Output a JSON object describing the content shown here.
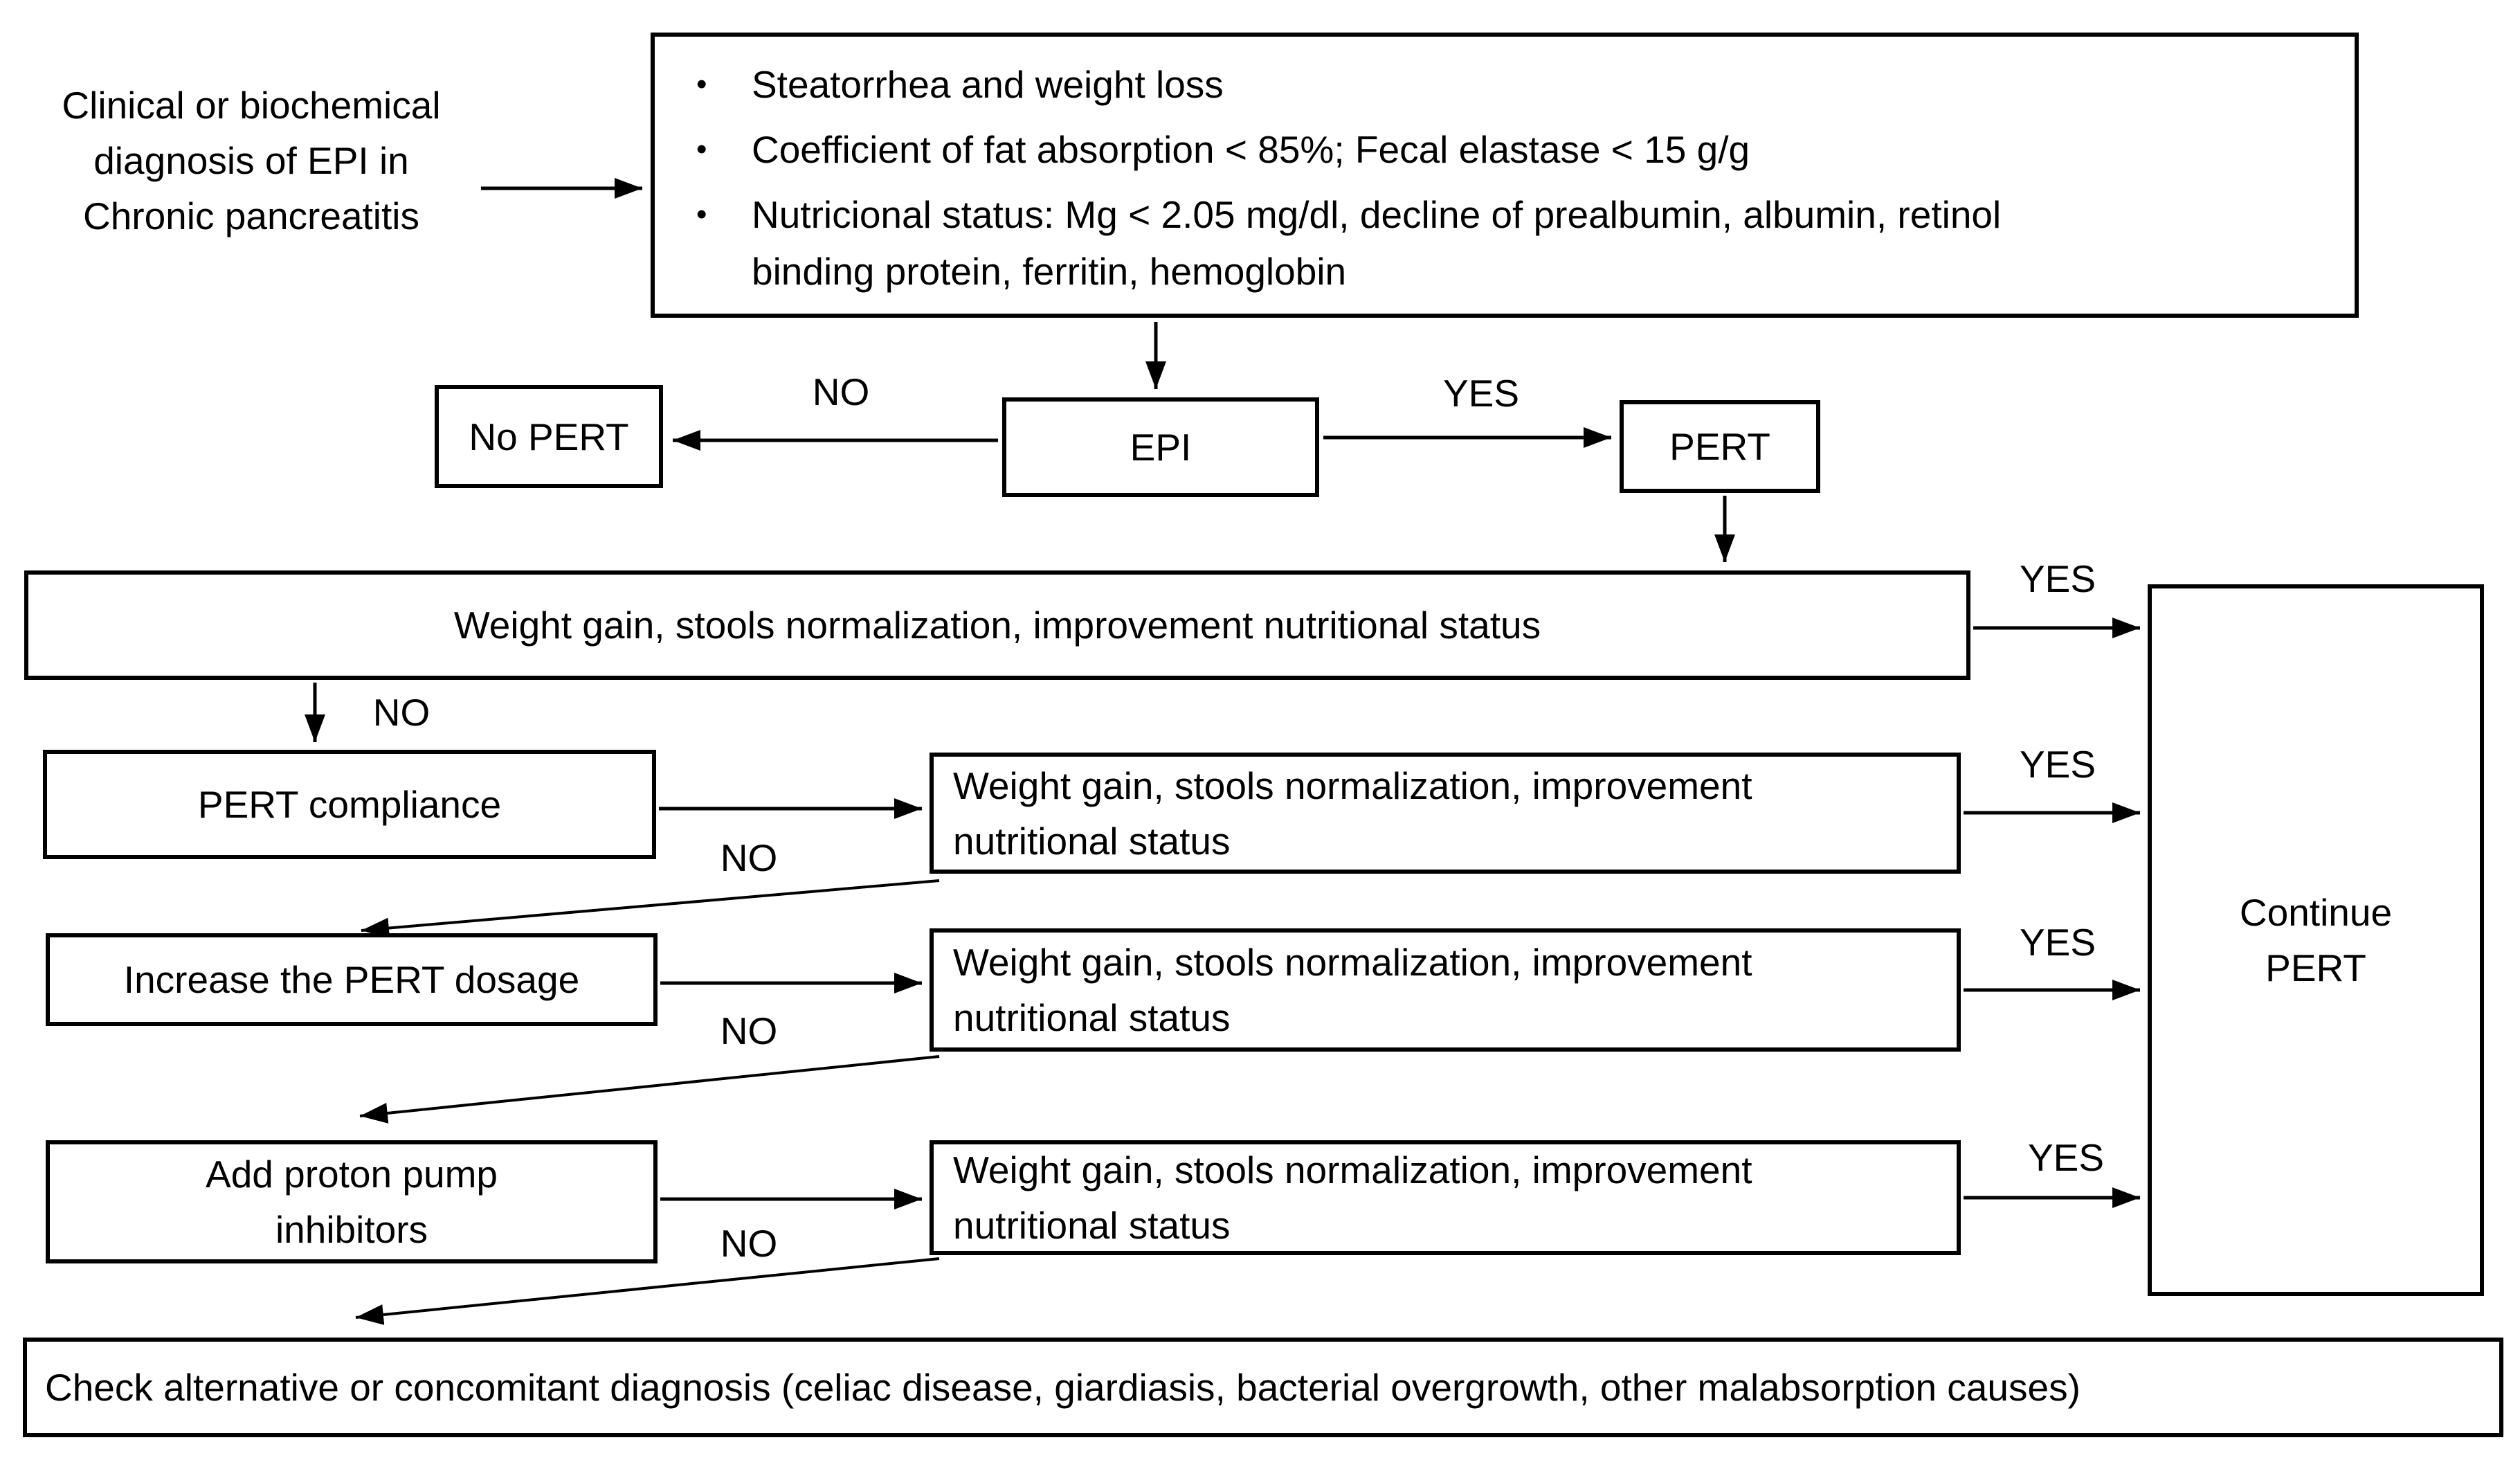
{
  "colors": {
    "ink": "#000000",
    "background": "#ffffff"
  },
  "labels": {
    "yes": "YES",
    "no": "NO"
  },
  "intro": {
    "lines": [
      "Clinical or biochemical",
      "diagnosis of EPI in",
      "Chronic pancreatitis"
    ]
  },
  "criteria": {
    "bullet_glyph": "•",
    "bullets": [
      [
        "Steatorrhea and weight loss"
      ],
      [
        "Coefficient of fat absorption < 85%; Fecal elastase < 15 g/g"
      ],
      [
        "Nutricional status: Mg < 2.05 mg/dl, decline of prealbumin, albumin, retinol",
        "binding protein, ferritin, hemoglobin"
      ]
    ]
  },
  "nodes": {
    "epi": "EPI",
    "no_pert": "No PERT",
    "pert": "PERT",
    "outcome1": "Weight gain, stools normalization, improvement nutritional status",
    "outcome_lines": [
      "Weight gain, stools normalization, improvement",
      "nutritional status"
    ],
    "continue_pert": [
      "Continue",
      "PERT"
    ],
    "pert_compliance": "PERT compliance",
    "increase_dosage": "Increase the PERT dosage",
    "ppi": [
      "Add proton pump",
      "inhibitors"
    ],
    "check_alternative": "Check alternative or concomitant diagnosis (celiac disease, giardiasis, bacterial overgrowth, other malabsorption causes)"
  }
}
